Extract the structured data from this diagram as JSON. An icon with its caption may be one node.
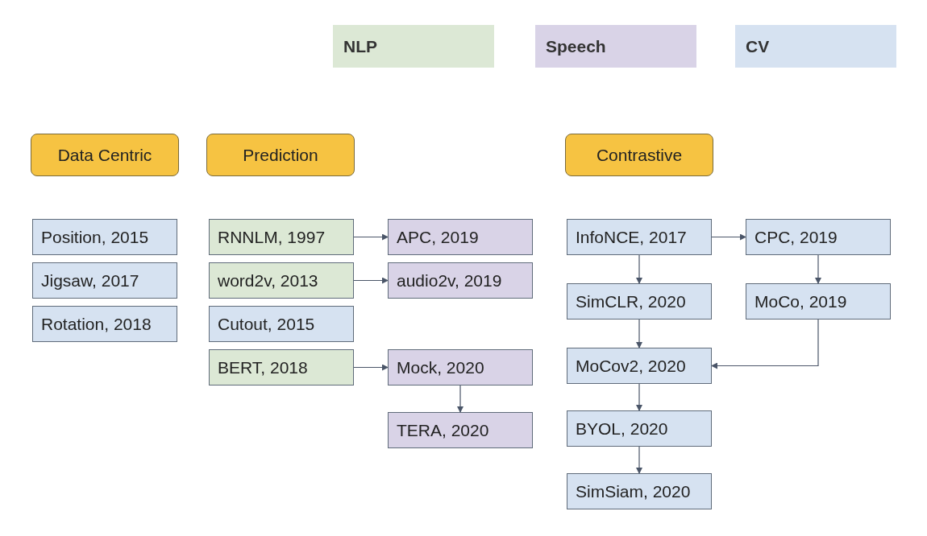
{
  "diagram": {
    "nodes": [
      {
        "text": [
          "Data Centric"
        ]
      },
      {
        "text": [
          "Prediction"
        ]
      },
      {
        "text": [
          "Contrastive"
        ]
      },
      {
        "text": [
          "Position, 2015"
        ]
      },
      {
        "text": [
          "Jigsaw, 2017"
        ]
      },
      {
        "text": [
          "Rotation, 2018"
        ]
      },
      {
        "text": [
          "RNNLM, 1997"
        ]
      },
      {
        "text": [
          "APC, 2019"
        ]
      },
      {
        "text": [
          "word2v, 2013"
        ]
      },
      {
        "text": [
          "audio2v, 2019"
        ]
      },
      {
        "text": [
          "Cutout, 2015"
        ]
      },
      {
        "text": [
          "BERT, 2018"
        ]
      },
      {
        "text": [
          "Mock, 2020"
        ]
      },
      {
        "text": [
          "TERA, 2020"
        ]
      },
      {
        "text": [
          "InfoNCE, 2017"
        ]
      },
      {
        "text": [
          "CPC, 2019"
        ]
      },
      {
        "text": [
          "SimCLR, 2020"
        ]
      },
      {
        "text": [
          "MoCo, 2019"
        ]
      },
      {
        "text": [
          "MoCov2, 2020"
        ]
      },
      {
        "text": [
          "BYOL, 2020"
        ]
      },
      {
        "text": [
          "SimSiam, 2020"
        ]
      }
    ],
    "edges": [
      {
        "from": 6,
        "to": 7,
        "arrow": "to"
      },
      {
        "from": 8,
        "to": 9,
        "arrow": "to"
      },
      {
        "from": 11,
        "to": 12,
        "arrow": "to"
      },
      {
        "from": 12,
        "to": 13,
        "arrow": "to"
      },
      {
        "from": 14,
        "to": 15,
        "arrow": "to"
      },
      {
        "from": 14,
        "to": 16,
        "arrow": "to"
      },
      {
        "from": 15,
        "to": 17,
        "arrow": "to"
      },
      {
        "from": 16,
        "to": 18,
        "arrow": "to"
      },
      {
        "from": 17,
        "to": 18,
        "arrow": "to"
      },
      {
        "from": 18,
        "to": 19,
        "arrow": "to"
      },
      {
        "from": 19,
        "to": 20,
        "arrow": "to"
      }
    ],
    "legend": [
      {
        "text": "NLP",
        "color": "#dce8d5"
      },
      {
        "text": "Speech",
        "color": "#d9d3e7"
      },
      {
        "text": "CV",
        "color": "#d6e2f1"
      }
    ]
  }
}
